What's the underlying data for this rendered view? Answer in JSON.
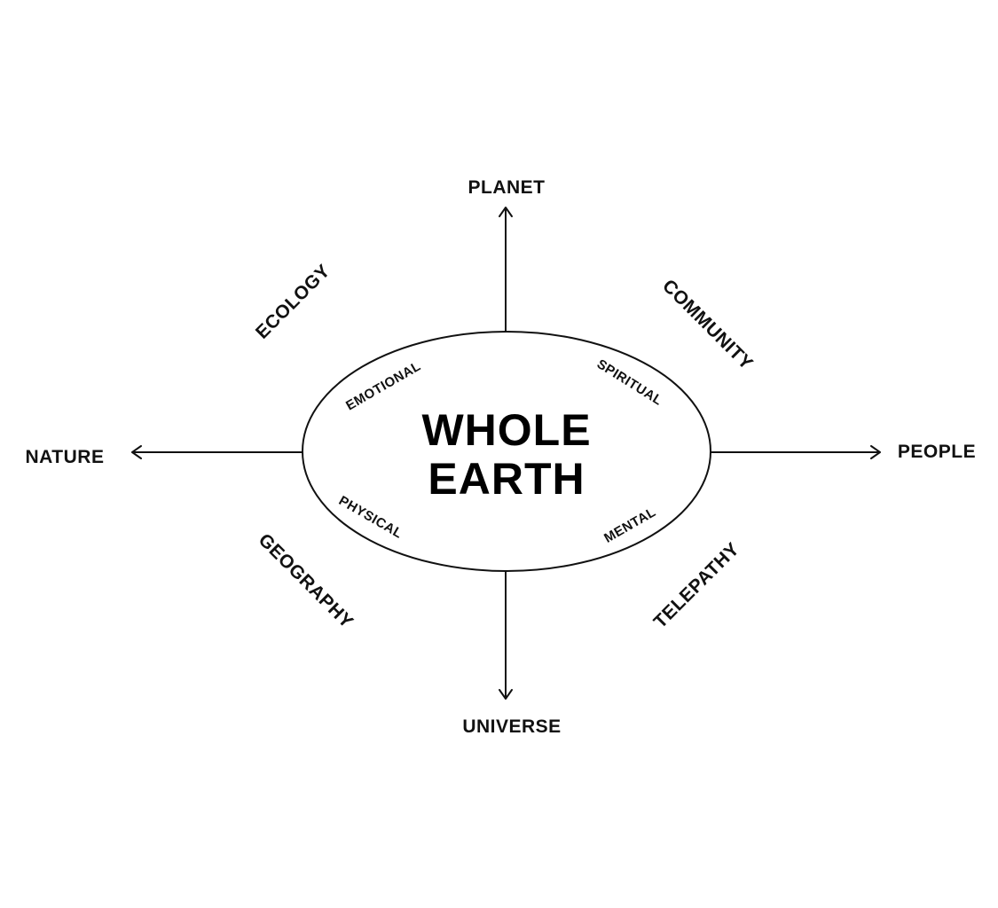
{
  "center": {
    "title_line1": "WHOLE",
    "title_line2": "EARTH"
  },
  "axes": {
    "top": "PLANET",
    "bottom": "UNIVERSE",
    "left": "NATURE",
    "right": "PEOPLE"
  },
  "quadrants": {
    "top_left": "ECOLOGY",
    "top_right": "COMMUNITY",
    "bottom_left": "GEOGRAPHY",
    "bottom_right": "TELEPATHY"
  },
  "inner": {
    "top_left": "EMOTIONAL",
    "top_right": "SPIRITUAL",
    "bottom_left": "PHYSICAL",
    "bottom_right": "MENTAL"
  },
  "colors": {
    "ink": "#111111",
    "background": "#ffffff"
  }
}
